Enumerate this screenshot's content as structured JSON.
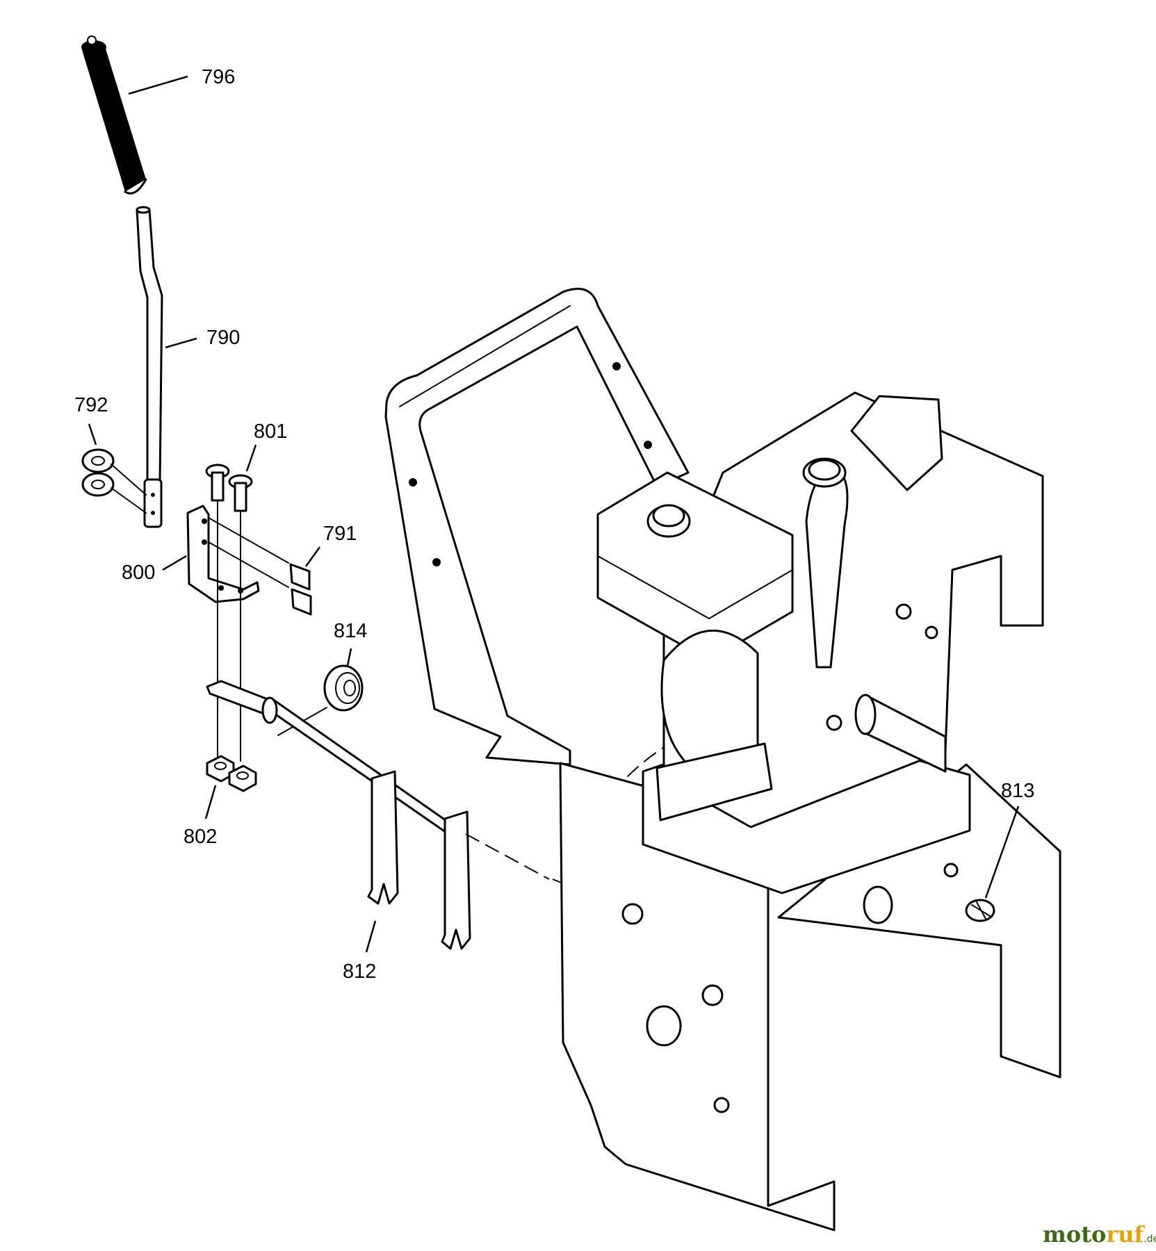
{
  "diagram": {
    "callouts": [
      "796",
      "790",
      "792",
      "801",
      "791",
      "800",
      "814",
      "802",
      "812",
      "813"
    ]
  },
  "watermark": {
    "text_a": "moto",
    "text_b": "ruf",
    "text_c": ".de"
  },
  "icons": {
    "watermark": "motoruf-logo"
  }
}
